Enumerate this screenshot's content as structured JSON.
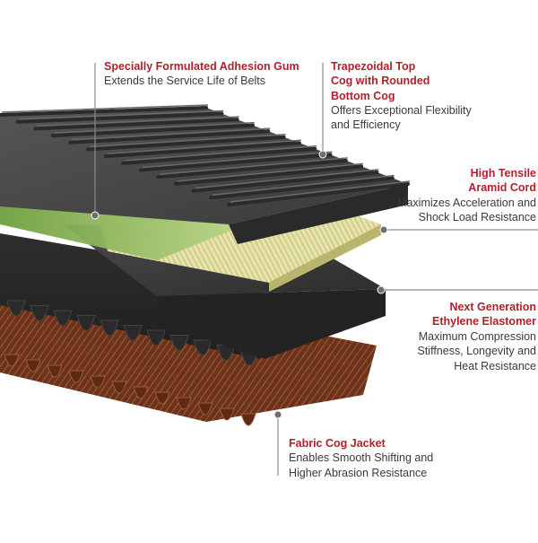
{
  "callouts": {
    "adhesion": {
      "title": "Specially Formulated Adhesion Gum",
      "desc": "Extends the Service Life of Belts"
    },
    "cog": {
      "title": "Trapezoidal Top Cog with Rounded Bottom Cog",
      "desc": "Offers Exceptional Flexibility and Efficiency"
    },
    "cord": {
      "title": "High Tensile Aramid Cord",
      "desc": "Maximizes Acceleration and Shock Load Resistance"
    },
    "elastomer": {
      "title": "Next Generation Ethylene Elastomer",
      "desc": "Maximum Compression Stiffness, Longevity and Heat Resistance"
    },
    "jacket": {
      "title": "Fabric Cog Jacket",
      "desc": "Enables Smooth Shifting and Higher Abrasion Resistance"
    }
  },
  "colors": {
    "title": "#b2202c",
    "text": "#3a3a3a",
    "leader": "#8a8a8a",
    "rubber": "#3c3c3c",
    "cord_yellow": "#e9e6a6",
    "adhesion_green": "#a5c873",
    "fabric": "#7a3d22"
  }
}
